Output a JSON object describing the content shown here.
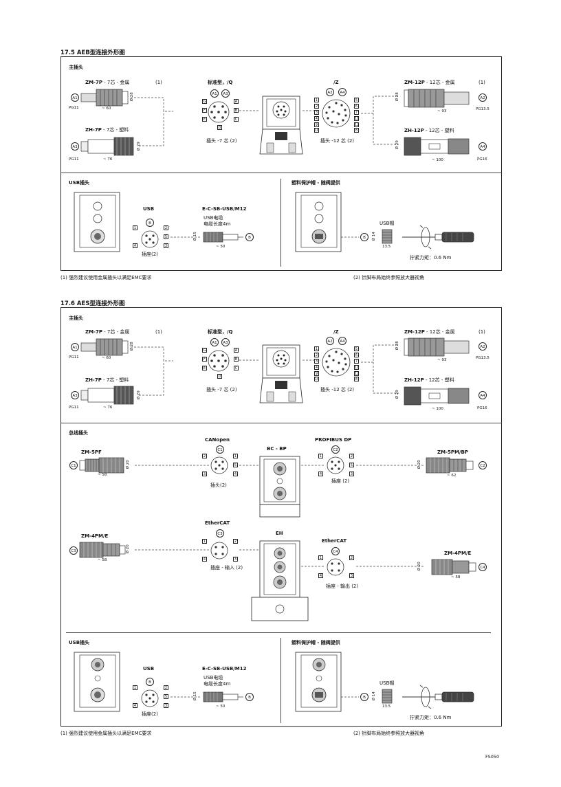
{
  "s1": {
    "title": "17.5  AEB型连接外形图",
    "main_plug": "主插头",
    "zm7p": "ZM-7P",
    "zm7p_desc": " - 7芯 - 金属",
    "zh7p": "ZH-7P",
    "zh7p_desc": " - 7芯 - 塑料",
    "note1": "(1)",
    "std": "标准型，/Q",
    "z": "/Z",
    "zm12p": "ZM-12P",
    "zm12p_desc": " - 12芯 - 金属",
    "zh12p": "ZH-12P",
    "zh12p_desc": " - 12芯 - 塑料",
    "plug7": "插头 -7 芯 (2)",
    "plug12": "插头 -12 芯 (2)",
    "a1": "A1",
    "a2": "A2",
    "a3": "A3",
    "a4": "A4",
    "b": "B",
    "pg11": "PG11",
    "pg135": "PG13.5",
    "pg16": "PG16",
    "d60": "~ 60",
    "d76": "~ 76",
    "d93": "~ 93",
    "d100": "~ 100",
    "o28": "Ø 28",
    "o29": "Ø 29",
    "usb_plug": "USB插头",
    "usb": "USB",
    "usb_cable_code": "E-C-SB-USB/M12",
    "usb_cable": "USB电缆",
    "usb_len": "电缆长度4m",
    "socket2": "插座(2)",
    "o15": "Ø 15",
    "d50": "~ 50",
    "cap_title": "塑料保护帽 - 随阀提供",
    "usb_cap": "USB帽",
    "o14": "Ø 14",
    "d135": "13.5",
    "torque": "拧紧力矩：0.6 Nm",
    "pins7": [
      "A",
      "B",
      "C",
      "D",
      "E",
      "F",
      "G"
    ],
    "pins12": [
      "1",
      "2",
      "3",
      "4",
      "5",
      "6",
      "7",
      "8",
      "9",
      "10",
      "11",
      "12"
    ],
    "pins5": [
      "1",
      "2",
      "3",
      "4",
      "5"
    ]
  },
  "foot1": {
    "left": "(1) 强烈建议使用金属插头以满足EMC要求",
    "right": "(2) 针脚布局始终参照放大器视角"
  },
  "s2": {
    "title": "17.6  AES型连接外形图",
    "main_plug": "主插头",
    "bus_plug": "总线插头",
    "zm5pf": "ZM-5PF",
    "canopen": "CANopen",
    "bcbp": "BC - BP",
    "profibus": "PROFIBUS DP",
    "zm5pmbp": "ZM-5PM/BP",
    "c1": "C1",
    "c2": "C2",
    "c3": "C3",
    "c4": "C4",
    "d58": "~ 58",
    "d62": "~ 62",
    "o20": "Ø 20",
    "plug2": "插头(2)",
    "socket2": "插座 (2)",
    "zm4pme": "ZM-4PM/E",
    "ethercat": "EtherCAT",
    "eh": "EH",
    "socket_in": "插座 - 输入 (2)",
    "socket_out": "插座 - 输出  (2)",
    "usb_plug": "USB插头"
  },
  "foot2": {
    "left": "(1) 强烈建议使用金属插头以满足EMC要求",
    "right": "(2) 针脚布局始终参照放大器视角"
  },
  "page_code": "FS050"
}
